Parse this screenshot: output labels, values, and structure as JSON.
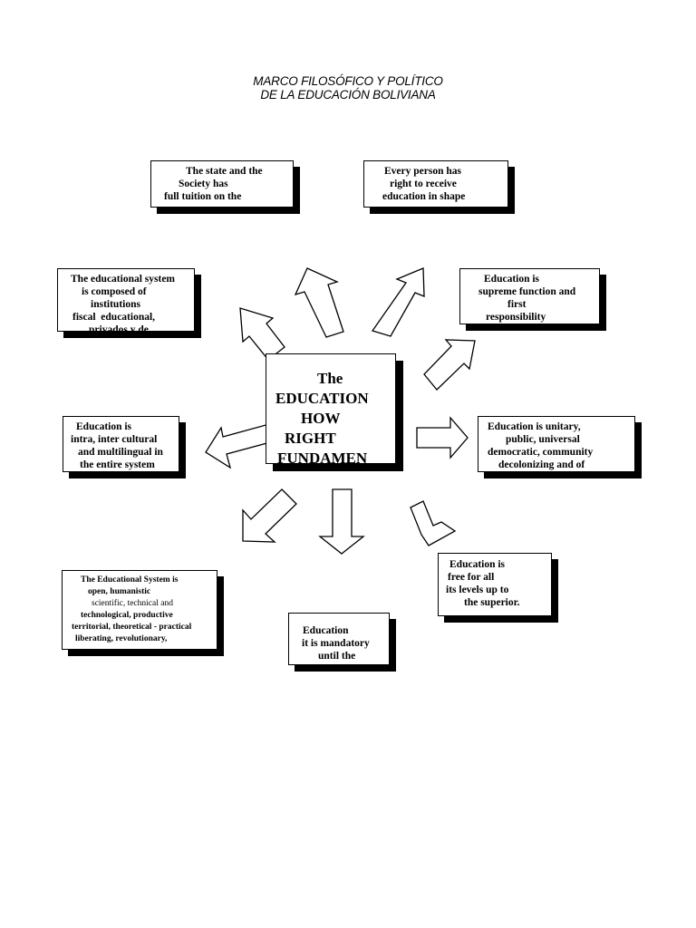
{
  "title": {
    "line1": "MARCO FILOSÓFICO Y POLÍTICO",
    "line2": "DE LA EDUCACIÓN BOLIVIANA"
  },
  "center": {
    "lines": [
      "The",
      "EDUCATION",
      "HOW",
      "RIGHT",
      "FUNDAMEN"
    ]
  },
  "boxes": {
    "state_society": [
      "The state and the",
      "Society has",
      "full tuition on the"
    ],
    "every_person": [
      "Every person has",
      "right to receive",
      "education in shape"
    ],
    "educational_system": [
      "The educational system",
      "is composed of",
      "institutions",
      "fiscal  educational,",
      "privados y de"
    ],
    "supreme_function": [
      "Education is",
      "supreme function and",
      "first",
      "responsibility"
    ],
    "intra_inter": [
      "Education is",
      "intra, inter cultural",
      "and multilingual in",
      "the entire system"
    ],
    "unitary": [
      "Education is unitary,",
      "public, universal",
      "democratic, community",
      "decolonizing and of"
    ],
    "open_humanistic": [
      "The Educational System is",
      "open, humanistic",
      "scientific, technical and",
      "technological, productive",
      "territorial, theoretical - practical",
      "liberating, revolutionary,"
    ],
    "mandatory": [
      "Education",
      "it is mandatory",
      "until the"
    ],
    "free_for_all": [
      "Education is",
      "free for all",
      "its levels up to",
      "the superior."
    ]
  }
}
